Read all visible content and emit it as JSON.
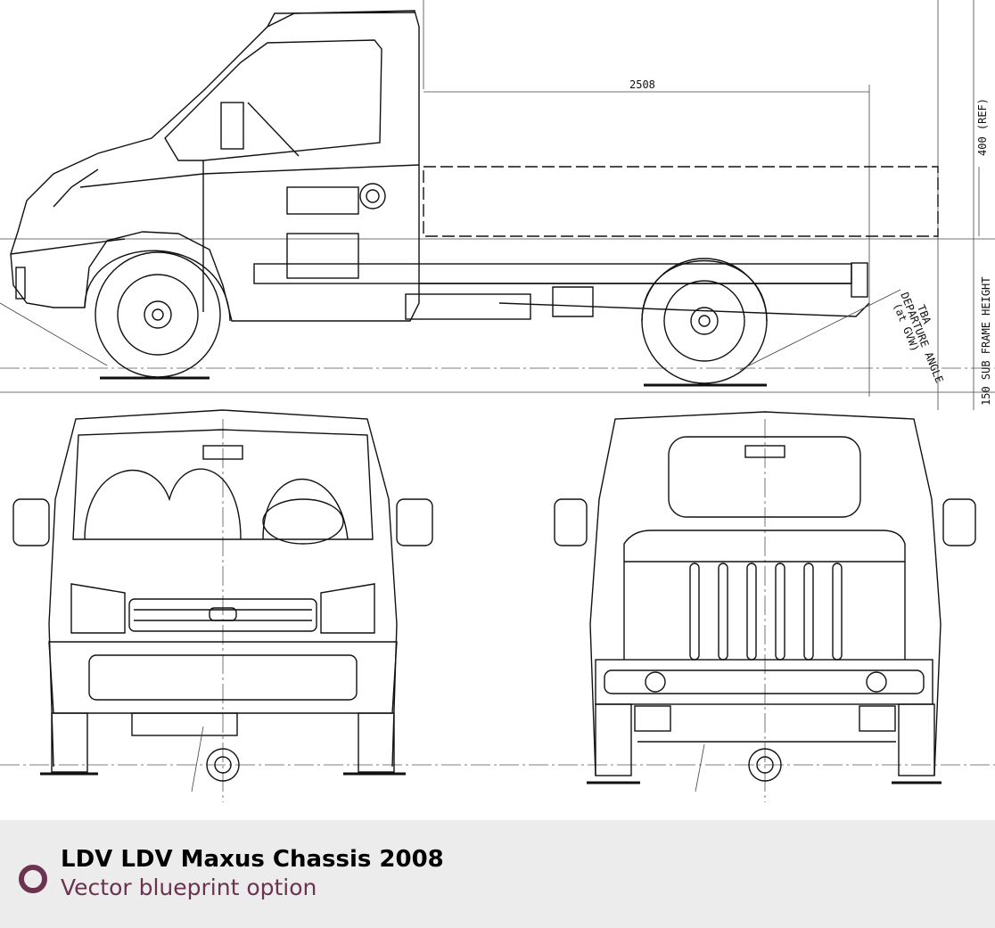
{
  "blueprint": {
    "dimensions": {
      "wheelbase_rear": "2508",
      "box_height": "400 (REF)",
      "subframe": "150 SUB FRAME HEIGHT",
      "departure_value": "TBA",
      "departure_label": "DEPARTURE ANGLE",
      "departure_note": "(at GVW)"
    }
  },
  "footer": {
    "title": "LDV LDV Maxus Chassis 2008",
    "subtitle": "Vector blueprint option",
    "accent_color": "#6b3350"
  }
}
